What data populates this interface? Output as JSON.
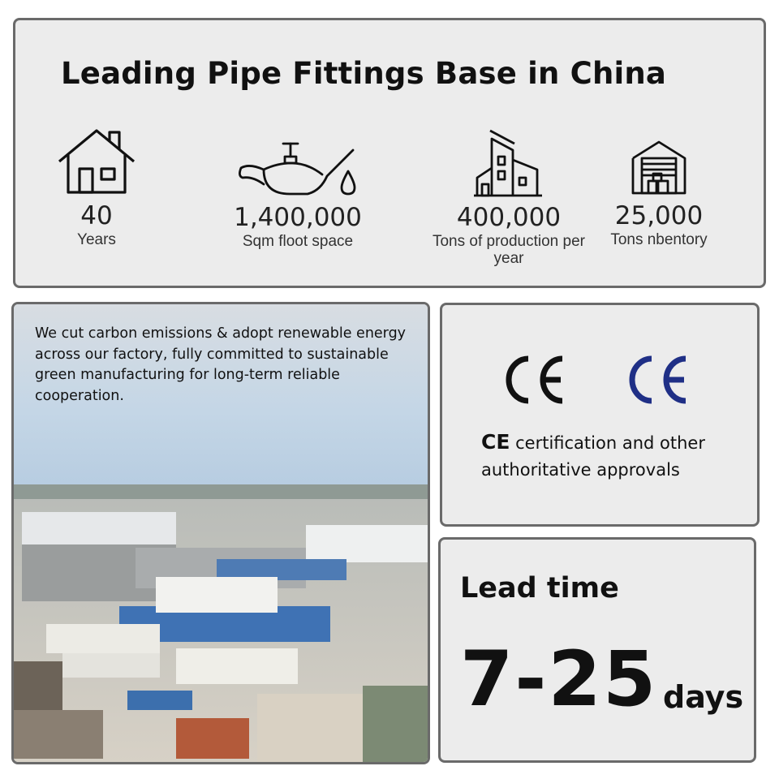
{
  "header": {
    "title": "Leading Pipe Fittings Base in China"
  },
  "stats": [
    {
      "icon": "house-icon",
      "value": "40",
      "label": "Years"
    },
    {
      "icon": "oil-can-icon",
      "value": "1,400,000",
      "label": "Sqm floot space"
    },
    {
      "icon": "factory-building-icon",
      "value": "400,000",
      "label": "Tons of production per year"
    },
    {
      "icon": "warehouse-icon",
      "value": "25,000",
      "label": "Tons nbentory"
    }
  ],
  "green": {
    "text": "We cut carbon emissions & adopt renewable energy across our factory, fully committed to sustainable green manufacturing for long-term reliable cooperation."
  },
  "certification": {
    "logos": [
      "CE",
      "CE"
    ],
    "logo_colors": [
      "#111111",
      "#1f2f86"
    ],
    "caption_bold": "CE",
    "caption_rest": " certification and other authoritative approvals"
  },
  "lead_time": {
    "title": "Lead time",
    "value": "7-25",
    "unit": "days"
  }
}
